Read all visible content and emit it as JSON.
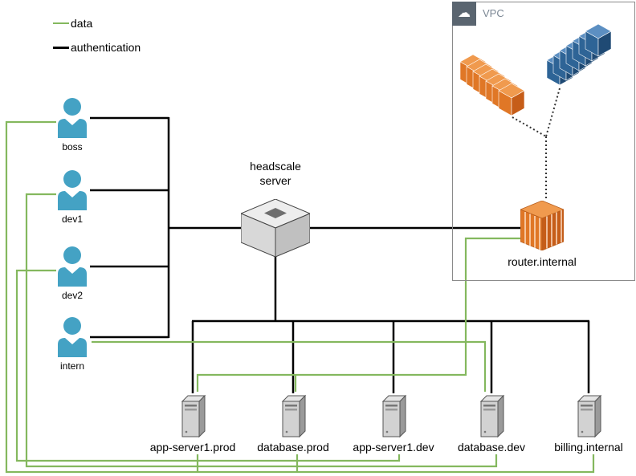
{
  "legend": {
    "items": [
      {
        "label": "data",
        "color": "#84B85E"
      },
      {
        "label": "authentication",
        "color": "#000000"
      }
    ]
  },
  "users": [
    {
      "label": "boss"
    },
    {
      "label": "dev1"
    },
    {
      "label": "dev2"
    },
    {
      "label": "intern"
    }
  ],
  "headscale": {
    "line1": "headscale",
    "line2": "server"
  },
  "vpc": {
    "title": "VPC",
    "cloud_glyph": "☁",
    "router_label": "router.internal"
  },
  "servers": [
    {
      "label": "app-server1.prod"
    },
    {
      "label": "database.prod"
    },
    {
      "label": "app-server1.dev"
    },
    {
      "label": "database.dev"
    },
    {
      "label": "billing.internal"
    }
  ],
  "colors": {
    "data_line": "#84B85E",
    "auth_line": "#000000",
    "user_icon": "#44A2C4",
    "aws_orange": "#E07726",
    "stack_blue": "#2E6496",
    "vpc_tile": "#5A6570"
  }
}
